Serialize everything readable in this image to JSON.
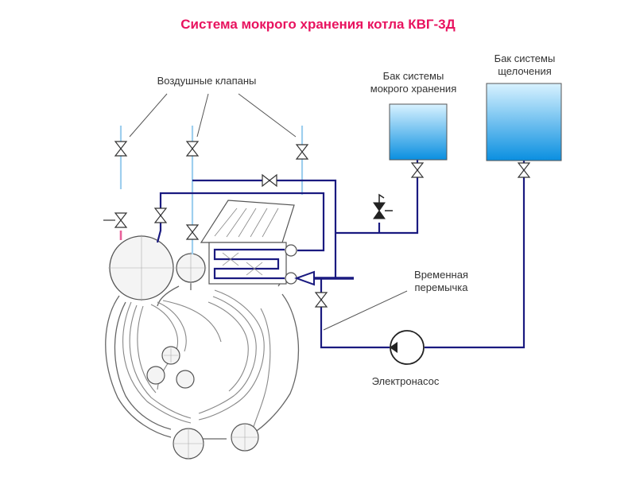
{
  "title": "Система мокрого хранения котла КВГ-3Д",
  "labels": {
    "air_valves": "Воздушные клапаны",
    "wet_tank_line1": "Бак системы",
    "wet_tank_line2": "мокрого хранения",
    "alkali_tank_line1": "Бак системы",
    "alkali_tank_line2": "щелочения",
    "temp_bridge_line1": "Временная",
    "temp_bridge_line2": "перемычка",
    "pump": "Электронасос"
  },
  "colors": {
    "title": "#e8135f",
    "pipe_dark": "#1a1a80",
    "pipe_light": "#9ecfee",
    "pipe_pink": "#e8609a",
    "tank_top": "#d8f2ff",
    "tank_bottom": "#0a8fe0",
    "outline": "#555555"
  }
}
